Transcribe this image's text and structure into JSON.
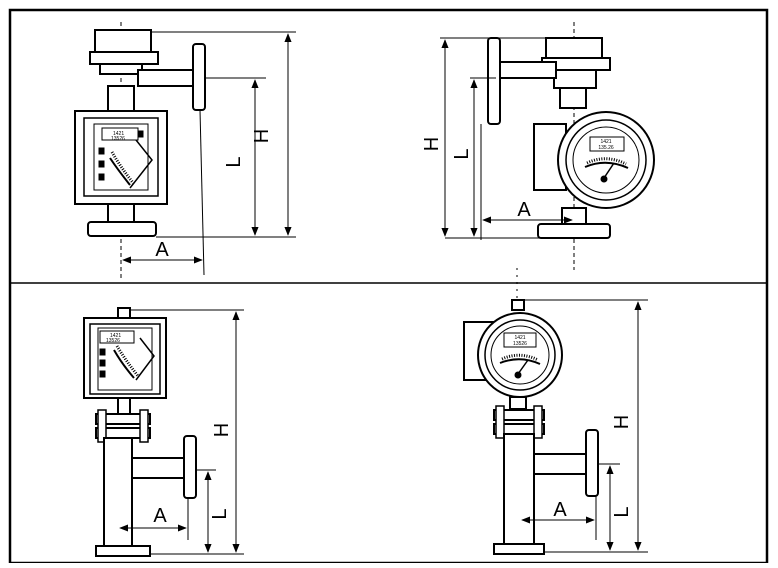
{
  "labels": {
    "A": "A",
    "L": "L",
    "H": "H"
  },
  "display": {
    "reading_1": "1421",
    "reading_2": "13526"
  },
  "colors": {
    "line": "#000000",
    "background": "#ffffff",
    "shade": "#d8d8d8"
  }
}
